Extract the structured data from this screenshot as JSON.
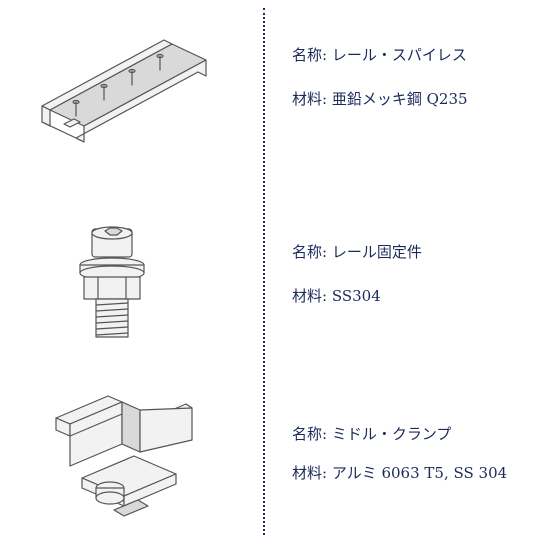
{
  "products": [
    {
      "name_label": "名称:",
      "name_value": "レール・スパイレス",
      "material_label": "材料:",
      "material_value": "亜鉛メッキ鋼 Q235",
      "icon": "rail-channel-icon"
    },
    {
      "name_label": "名称:",
      "name_value": "レール固定件",
      "material_label": "材料:",
      "material_value": "SS304",
      "icon": "hex-bolt-icon"
    },
    {
      "name_label": "名称:",
      "name_value": "ミドル・クランプ",
      "material_label": "材料:",
      "material_value": "アルミ 6063 T5, SS 304",
      "icon": "mid-clamp-icon"
    }
  ]
}
